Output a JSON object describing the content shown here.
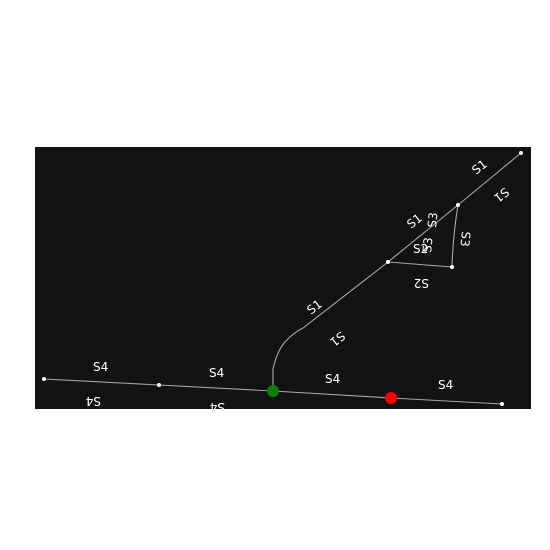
{
  "map": {
    "background_color": "#121212",
    "road_color": "#a8a8a8",
    "label_color": "#ffffff",
    "start_marker_color": "#0a7f0a",
    "end_marker_color": "#ff0000",
    "street_labels": {
      "s1": "S1",
      "s2": "S2",
      "s3": "S3",
      "s4": "S4"
    }
  }
}
